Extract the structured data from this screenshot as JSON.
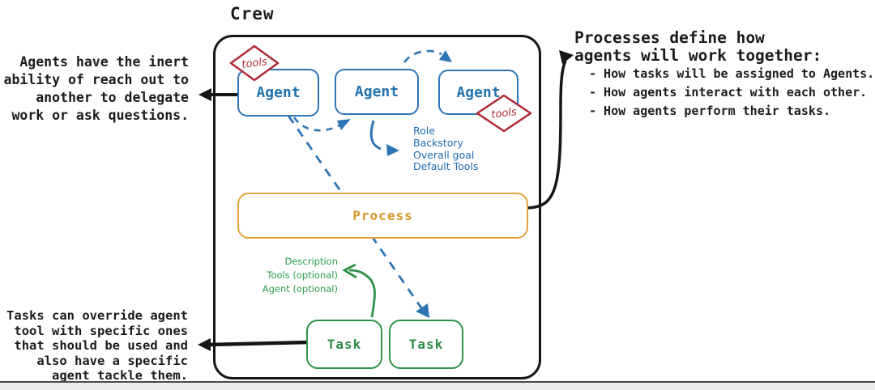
{
  "colors": {
    "agent_blue": "#2e75b6",
    "process_orange": "#e2a33c",
    "task_green": "#2e9247",
    "tools_red": "#b02a37",
    "ink_black": "#1c1c1c"
  },
  "diagram": {
    "title": "Crew",
    "agents": [
      {
        "label": "Agent"
      },
      {
        "label": "Agent"
      },
      {
        "label": "Agent"
      }
    ],
    "tools_badges": [
      {
        "label": "tools"
      },
      {
        "label": "tools"
      }
    ],
    "process": {
      "label": "Process"
    },
    "tasks": [
      {
        "label": "Task"
      },
      {
        "label": "Task"
      }
    ],
    "agent_attributes": "Role\nBackstory\nOverall goal\nDefault Tools",
    "task_attributes": "Description\nTools (optional)\nAgent (optional)"
  },
  "annotations": {
    "left_top": "Agents have the inert\nability of reach out to\nanother to delegate\nwork or ask questions.",
    "left_bottom": "Tasks can override agent\ntool with specific ones\nthat should be used and\nalso have a specific\nagent tackle them.",
    "right_heading": "Processes define how\nagents will work together:",
    "right_bullets": [
      "- How tasks will be assigned to Agents.",
      "- How agents interact with each other.",
      "- How agents perform their tasks."
    ]
  }
}
